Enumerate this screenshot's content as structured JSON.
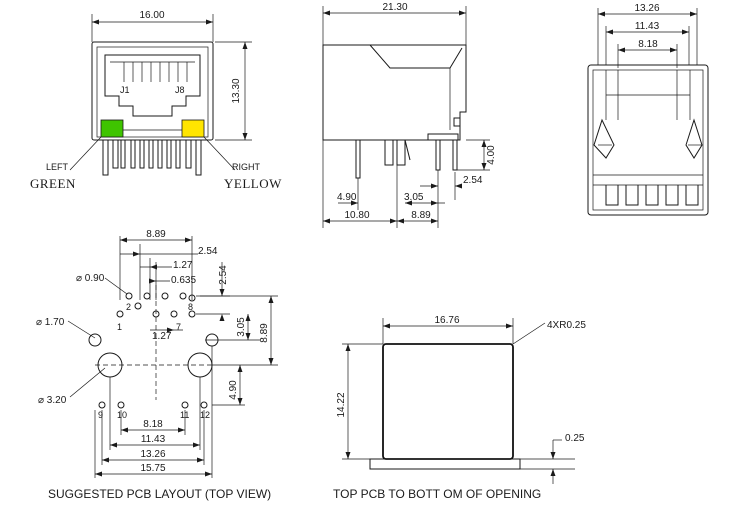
{
  "colors": {
    "led_green": "#3fc400",
    "led_yellow": "#ffe500",
    "line": "#1a1a1a"
  },
  "front_view": {
    "width_dim": "16.00",
    "height_dim": "13.30",
    "pin1_label": "J1",
    "pin8_label": "J8",
    "left_label": "LEFT",
    "left_color": "GREEN",
    "right_label": "RIGHT",
    "right_color": "YELLOW"
  },
  "side_view": {
    "length_dim": "21.30",
    "pin_height": "4.00",
    "pitch_a": "2.54",
    "offset_a": "3.05",
    "dim_490": "4.90",
    "dim_1080": "10.80",
    "dim_889": "8.89"
  },
  "back_view": {
    "width_1326": "13.26",
    "width_1143": "11.43",
    "width_818": "8.18"
  },
  "pcb_layout": {
    "dim_889_top": "8.89",
    "dim_254_top": "2.54",
    "dim_127": "1.27",
    "dim_0635": "0.635",
    "dim_254_vert": "2.54",
    "hole_090": "⌀ 0.90",
    "hole_170": "⌀ 1.70",
    "hole_320": "⌀ 3.20",
    "dim_127_mid": "1.27",
    "dim_305": "3.05",
    "dim_889_right": "8.89",
    "dim_490": "4.90",
    "pin_labels": [
      "1",
      "2",
      "7",
      "8",
      "9",
      "10",
      "11",
      "12"
    ],
    "dim_818": "8.18",
    "dim_1143": "11.43",
    "dim_1326": "13.26",
    "dim_1575": "15.75",
    "caption": "SUGGESTED PCB LAYOUT (TOP VIEW)"
  },
  "opening": {
    "width": "16.76",
    "corner": "4XR0.25",
    "height": "14.22",
    "offset": "0.25",
    "caption": "TOP PCB TO BOTT OM OF OPENING"
  }
}
